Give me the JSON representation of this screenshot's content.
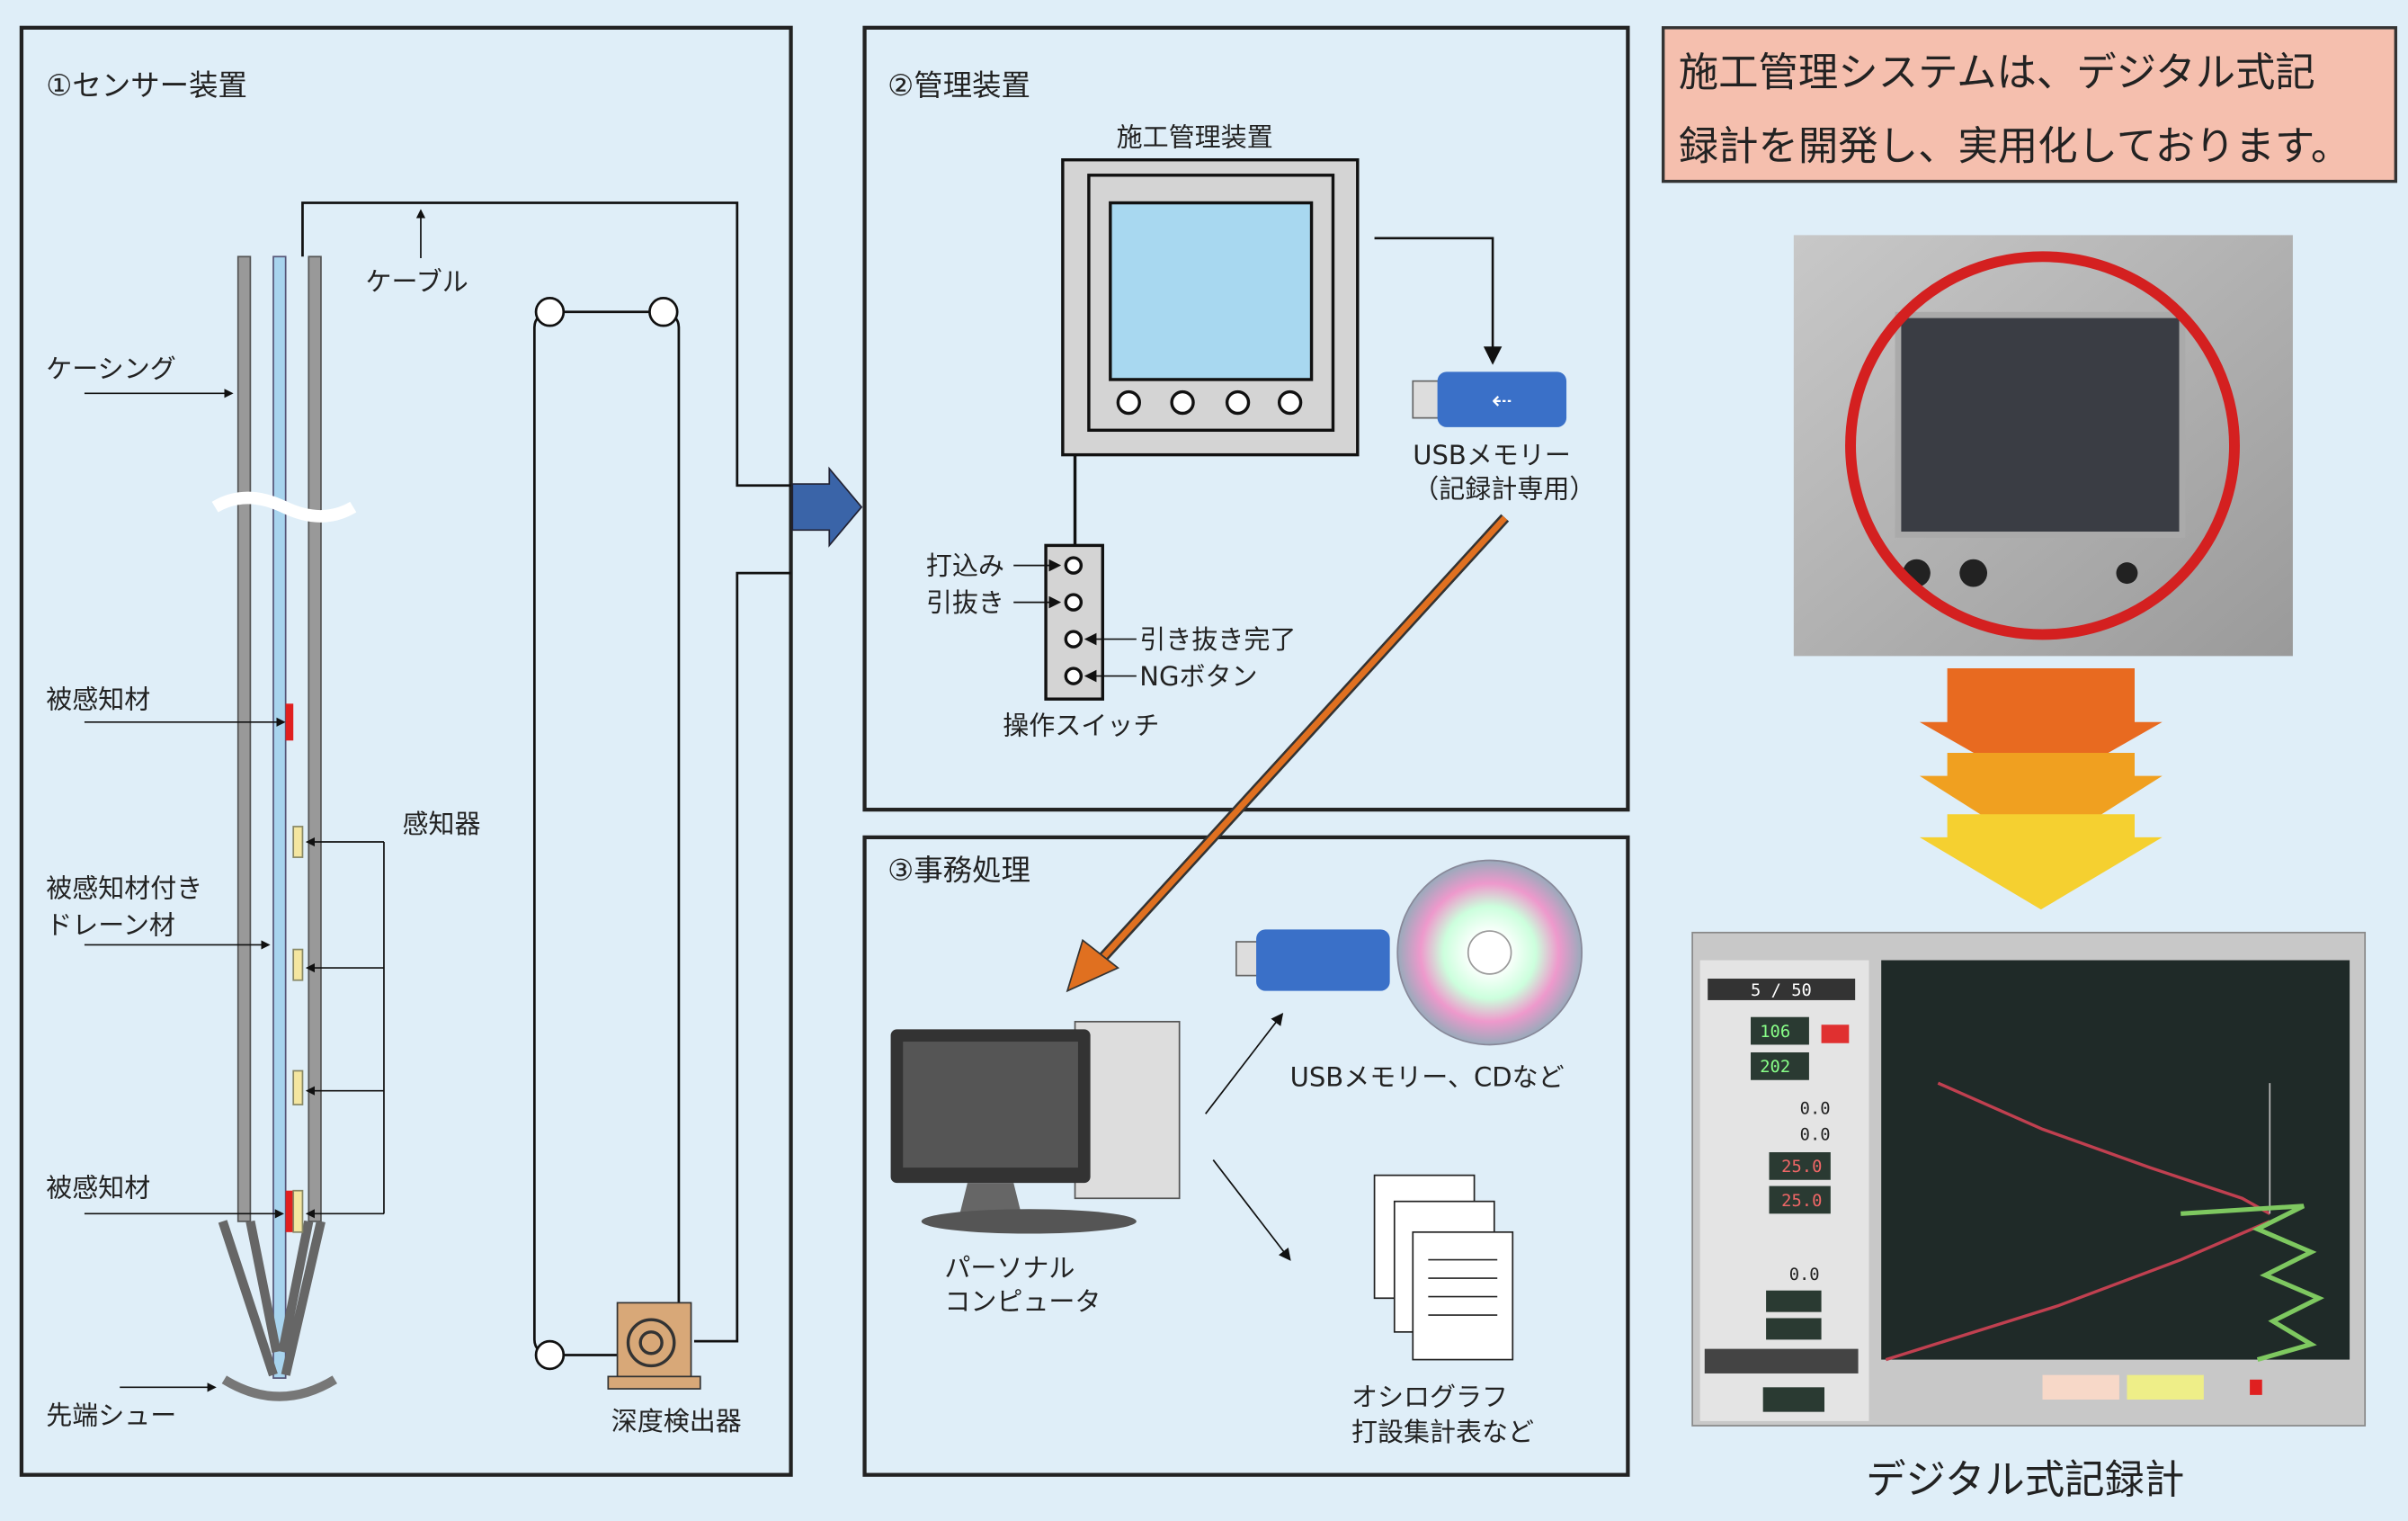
{
  "colors": {
    "background": "#dfeef8",
    "header_box": "#f5bfae",
    "arrow_blue": "#3a64a8",
    "arrow_orange": "#e07020",
    "circle_red": "#d42020"
  },
  "sensor": {
    "title": "①センサー装置",
    "cable": "ケーブル",
    "casing": "ケーシング",
    "target1": "被感知材",
    "detector": "感知器",
    "drain_line1": "被感知材付き",
    "drain_line2": "ドレーン材",
    "target2": "被感知材",
    "shoe": "先端シュー",
    "depth": "深度検出器"
  },
  "manager": {
    "title": "②管理装置",
    "device": "施工管理装置",
    "usb_line1": "USBメモリー",
    "usb_line2": "（記録計専用）",
    "sw_drive": "打込み",
    "sw_pull": "引抜き",
    "sw_done": "引き抜き完了",
    "sw_ng": "NGボタン",
    "switch": "操作スイッチ"
  },
  "office": {
    "title": "③事務処理",
    "pc_line1": "パーソナル",
    "pc_line2": "コンピュータ",
    "media": "USBメモリー、CDなど",
    "docs_line1": "オシログラフ",
    "docs_line2": "打設集計表など"
  },
  "header": {
    "line1": "施工管理システムは、デジタル式記",
    "line2": "録計を開発し、実用化しております。"
  },
  "recorder": {
    "caption": "デジタル式記録計",
    "count": "5 / 50",
    "v1": "106",
    "v2": "202",
    "v3": "0.0",
    "v4": "0.0",
    "v5": "25.0",
    "v6": "25.0",
    "v7": "0.0"
  }
}
